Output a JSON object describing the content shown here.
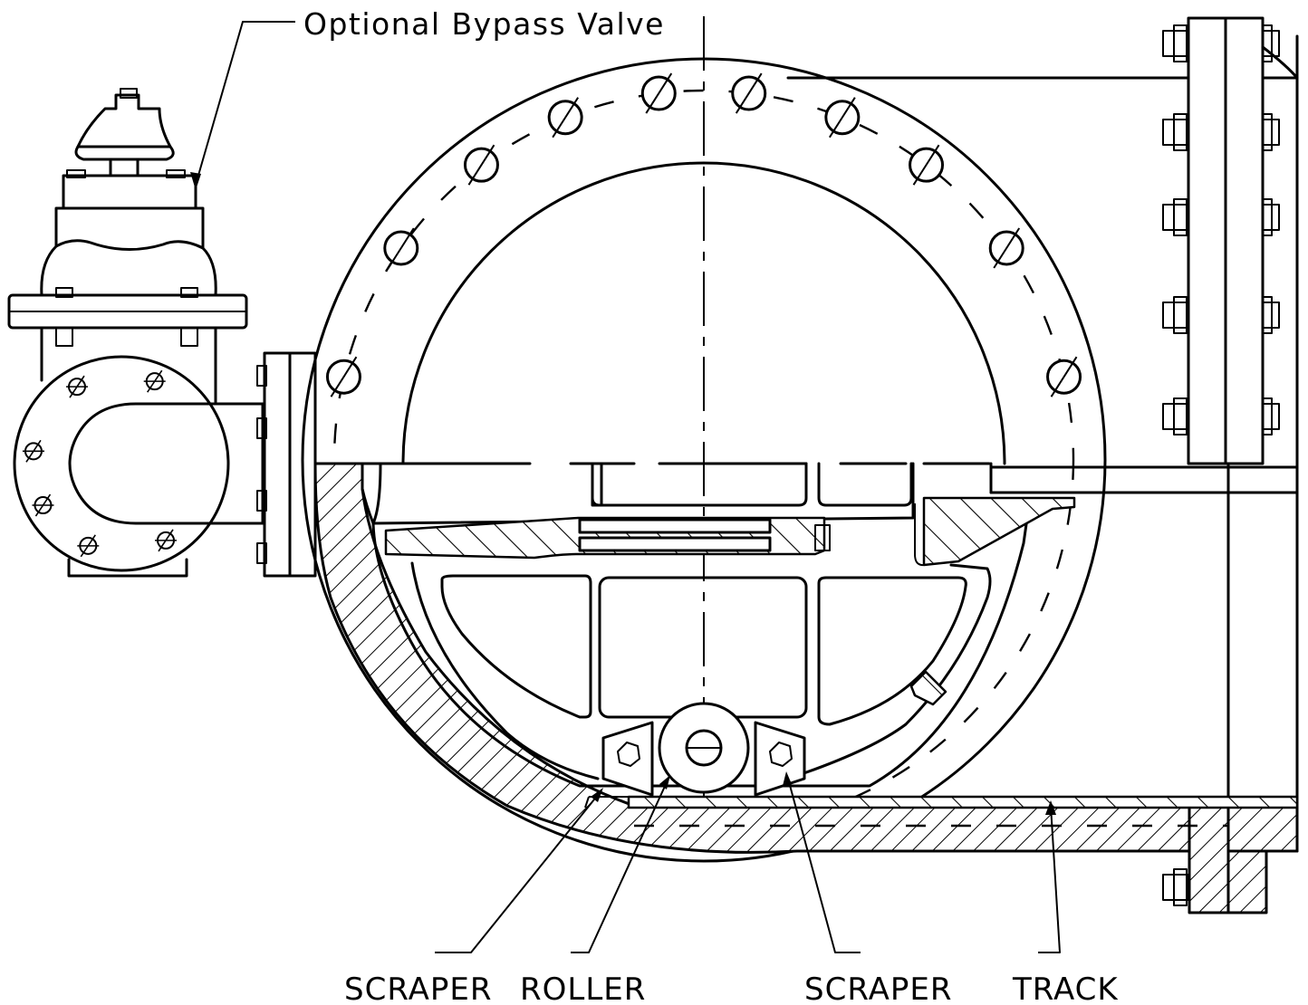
{
  "labels": {
    "bypass_valve": "Optional Bypass Valve",
    "scraper_left": "SCRAPER",
    "roller": "ROLLER",
    "scraper_right": "SCRAPER",
    "track": "TRACK"
  },
  "colors": {
    "line": "#000000",
    "background": "#ffffff"
  }
}
